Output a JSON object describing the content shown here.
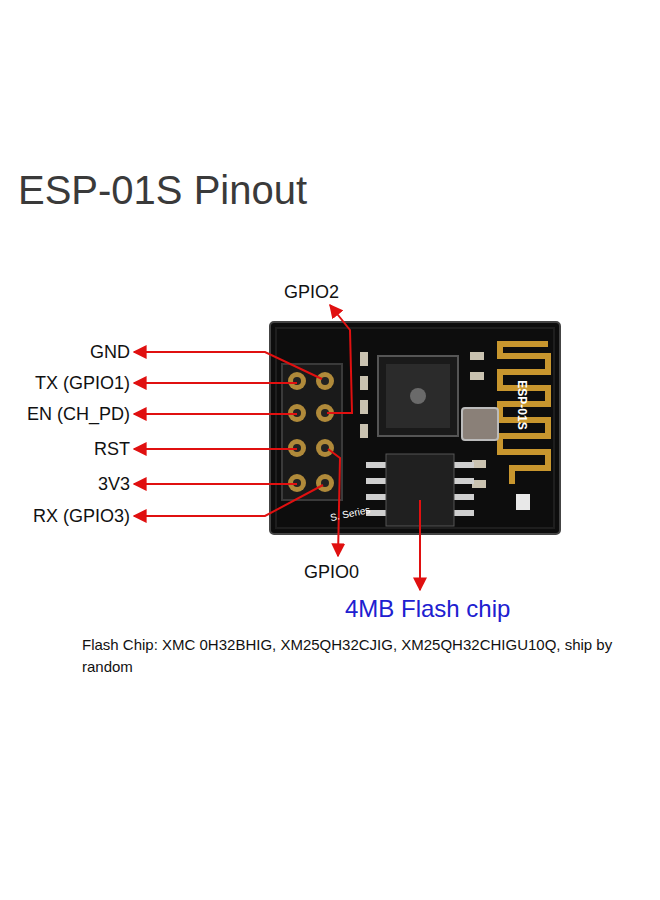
{
  "diagram": {
    "title": "ESP-01S Pinout",
    "labels": [
      "GND",
      "TX (GPIO1)",
      "EN (CH_PD)",
      "RST",
      "3V3",
      "RX (GPIO3)",
      "GPIO2",
      "GPIO0",
      "4MB Flash chip",
      "Flash Chip: XMC 0H32BHIG, XM25QH32CJIG, XM25QH32CHIGU10Q, ship by random",
      "ESP-01S",
      "S. Series"
    ]
  }
}
